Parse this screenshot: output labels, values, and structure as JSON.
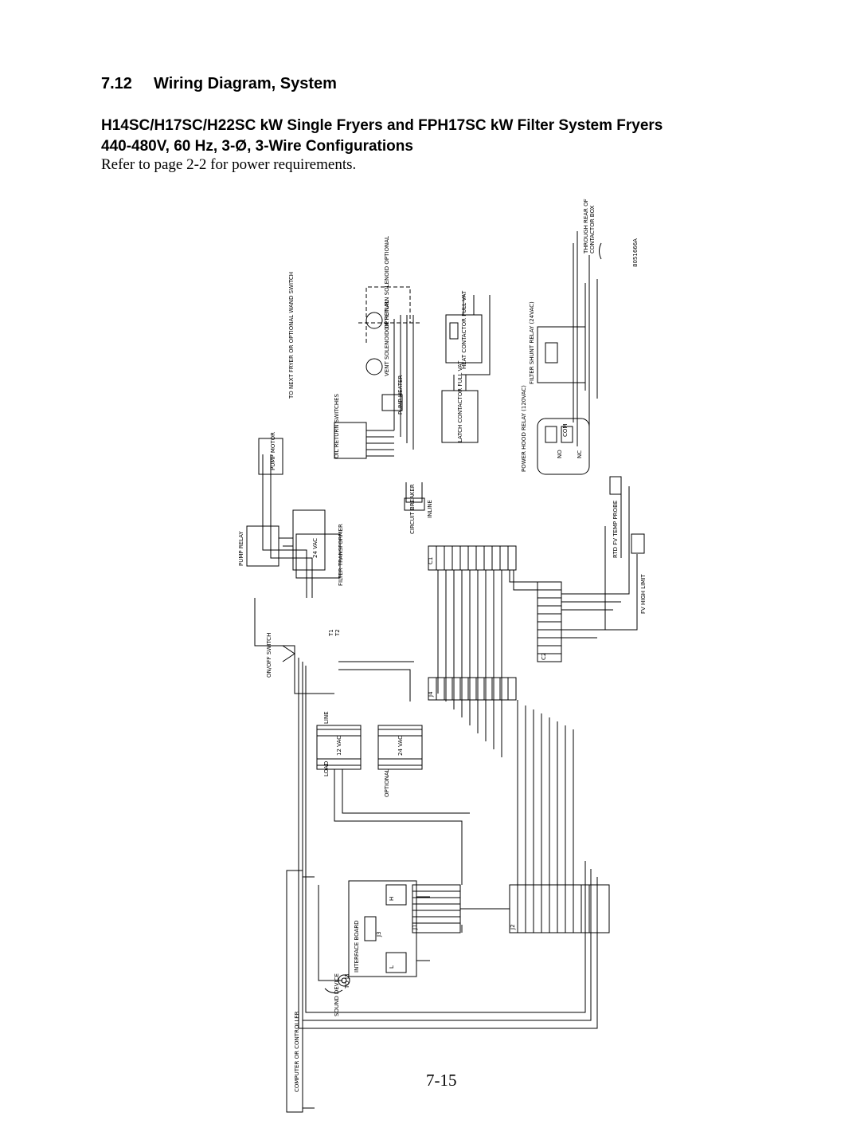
{
  "section": {
    "number": "7.12",
    "title": "Wiring Diagram, System"
  },
  "subtitle_line1": "H14SC/H17SC/H22SC kW Single Fryers and FPH17SC kW Filter System Fryers",
  "subtitle_line2": "440-480V, 60 Hz, 3-Ø, 3-Wire Configurations",
  "note": "Refer to page 2-2 for power requirements.",
  "page_number": "7-15",
  "diagram": {
    "drawing_number": "8051666A",
    "labels": {
      "through_rear": "THROUGH REAR OF",
      "contactor_box": "CONTACTOR BOX",
      "heat_contactor": "HEAT CONTACTOR FULL VAT",
      "latch_contactor": "LATCH CONTACTOR FULL VAT",
      "filter_shunt": "FILTER SHUNT RELAY (24VAC)",
      "power_hood": "POWER HOOD RELAY (120VAC)",
      "rtd_probe": "RTD FV TEMP PROBE",
      "high_limit": "FV HIGH LIMIT",
      "pump_relay": "PUMP RELAY",
      "pump_motor": "PUMP MOTOR",
      "filter_transformer": "FILTER TRANSFORMER",
      "vac24": "24 VAC",
      "vac12": "12 VAC",
      "on_off": "ON/OFF SWITCH",
      "computer": "COMPUTER OR CONTROLLER",
      "interface_board": "INTERFACE BOARD",
      "sound_device": "SOUND DEVICE",
      "to_j3": "TO J3",
      "next_fryer": "TO NEXT FRYER OR OPTIONAL WAND SWITCH",
      "oil_return": "OIL RETURN SWITCHES",
      "pump_heater": "PUMP HEATER",
      "vent_solenoid": "VENT SOLENOID OPTIONAL",
      "oil_return_solenoid": "OIL RETURN SOLENOID OPTIONAL",
      "circuit_breaker": "CIRCUIT BREAKER",
      "inline": "INLINE",
      "optional": "OPTIONAL",
      "no": "NO",
      "com": "COM",
      "nc": "NC",
      "j1": "J1",
      "j2": "J2",
      "j3": "J3",
      "c1": "C1",
      "c2": "C2",
      "j4": "J4",
      "l": "L",
      "h": "H",
      "t1": "T1",
      "t2": "T2",
      "load": "LOAD",
      "line": "LINE"
    }
  }
}
